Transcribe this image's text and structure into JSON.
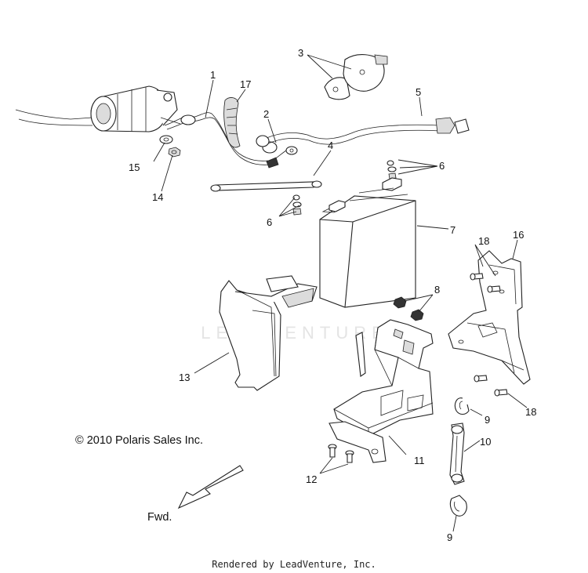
{
  "diagram": {
    "callouts": [
      {
        "id": "c1",
        "label": "1"
      },
      {
        "id": "c2",
        "label": "2"
      },
      {
        "id": "c3",
        "label": "3"
      },
      {
        "id": "c4",
        "label": "4"
      },
      {
        "id": "c5",
        "label": "5"
      },
      {
        "id": "c6a",
        "label": "6"
      },
      {
        "id": "c6b",
        "label": "6"
      },
      {
        "id": "c7",
        "label": "7"
      },
      {
        "id": "c8",
        "label": "8"
      },
      {
        "id": "c9a",
        "label": "9"
      },
      {
        "id": "c9b",
        "label": "9"
      },
      {
        "id": "c10",
        "label": "10"
      },
      {
        "id": "c11",
        "label": "11"
      },
      {
        "id": "c12",
        "label": "12"
      },
      {
        "id": "c13",
        "label": "13"
      },
      {
        "id": "c14",
        "label": "14"
      },
      {
        "id": "c15",
        "label": "15"
      },
      {
        "id": "c16",
        "label": "16"
      },
      {
        "id": "c17",
        "label": "17"
      },
      {
        "id": "c18a",
        "label": "18"
      },
      {
        "id": "c18b",
        "label": "18"
      }
    ]
  },
  "copyright": "© 2010 Polaris Sales Inc.",
  "fwd_label": "Fwd.",
  "footer": "Rendered by LeadVenture, Inc.",
  "watermark": "LEADVENTURE"
}
